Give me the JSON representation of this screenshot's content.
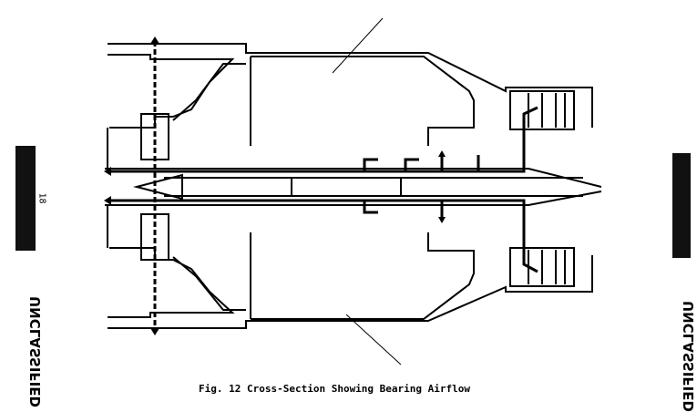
{
  "caption": "Fig. 12 Cross-Section Showing Bearing Airflow",
  "stamp_left": "UNCLASSIFIED",
  "stamp_right": "UNCLASSIFIED",
  "page_number": "18"
}
